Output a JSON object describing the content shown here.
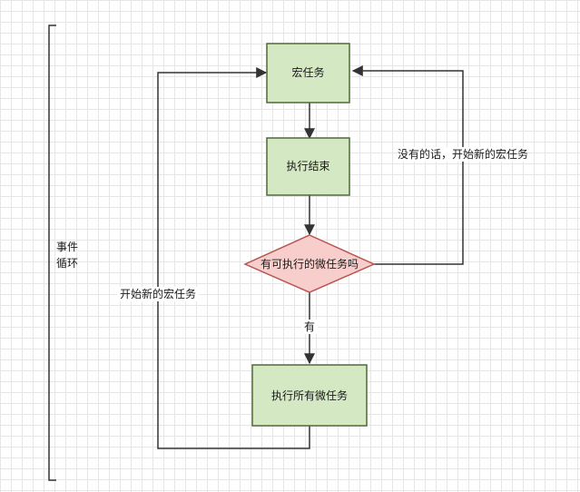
{
  "colors": {
    "grid_line": "#e6e6e6",
    "process_fill": "#d5e8c4",
    "process_stroke": "#4f6a33",
    "decision_fill": "#f8cecc",
    "decision_stroke": "#b85450",
    "edge": "#333333",
    "text": "#1a1a1a"
  },
  "bracket": {
    "label_line1": "事件",
    "label_line2": "循环"
  },
  "nodes": {
    "macrotask": {
      "label": "宏任务",
      "shape": "rectangle"
    },
    "exec_end": {
      "label": "执行结束",
      "shape": "rectangle"
    },
    "has_micro": {
      "label": "有可执行的微任务吗",
      "shape": "diamond"
    },
    "run_all_micro": {
      "label": "执行所有微任务",
      "shape": "rectangle"
    }
  },
  "edges": {
    "macro_to_end": {
      "label": ""
    },
    "end_to_decision": {
      "label": ""
    },
    "decision_yes": {
      "label": "有"
    },
    "decision_no_loop": {
      "label": "没有的话，开始新的宏任务"
    },
    "micro_loop_back": {
      "label": "开始新的宏任务"
    }
  }
}
